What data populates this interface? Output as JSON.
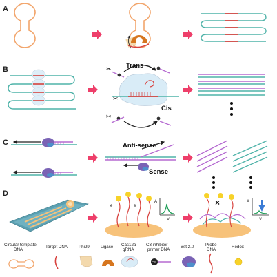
{
  "panels": {
    "a": "A",
    "b": "B",
    "c": "C",
    "d": "D"
  },
  "labels": {
    "trans": "Trans",
    "cis": "Cis",
    "anti_sense": "Anti-sense",
    "sense": "Sense",
    "electron_1": "e",
    "electron_2": "e",
    "axis_a_1": "A",
    "axis_v_1": "V",
    "axis_a_2": "A",
    "axis_v_2": "V"
  },
  "legend": {
    "circular_template_line1": "Circular template",
    "circular_template_line2": "DNA",
    "target_dna": "Target DNA",
    "phi29": "Phi29",
    "ligase": "Ligase",
    "cas12a_line1": "Cas12a",
    "cas12a_line2": "gRNA",
    "c3_line1": "C3 inhibitor",
    "c3_line2": "primer DNA",
    "c3_symbol": "C3",
    "bst": "Bst 2.0",
    "probe_line1": "Probe",
    "probe_line2": "DNA",
    "redox": "Redox"
  },
  "colors": {
    "template": "#f2a56b",
    "teal": "#4fb3a9",
    "target_red": "#d8433f",
    "purple": "#b56ad1",
    "arrow_pink": "#ee3f6a",
    "phi29": "#f3d9ad",
    "ligase": "#d6761f",
    "cas_blob": "#d9ecf7",
    "bst_purple": "#7a63b5",
    "bst_blue": "#4e8fcb",
    "electrode_orange": "#f7c27a",
    "redox": "#f7d229",
    "chip": "#5b9fb0"
  }
}
